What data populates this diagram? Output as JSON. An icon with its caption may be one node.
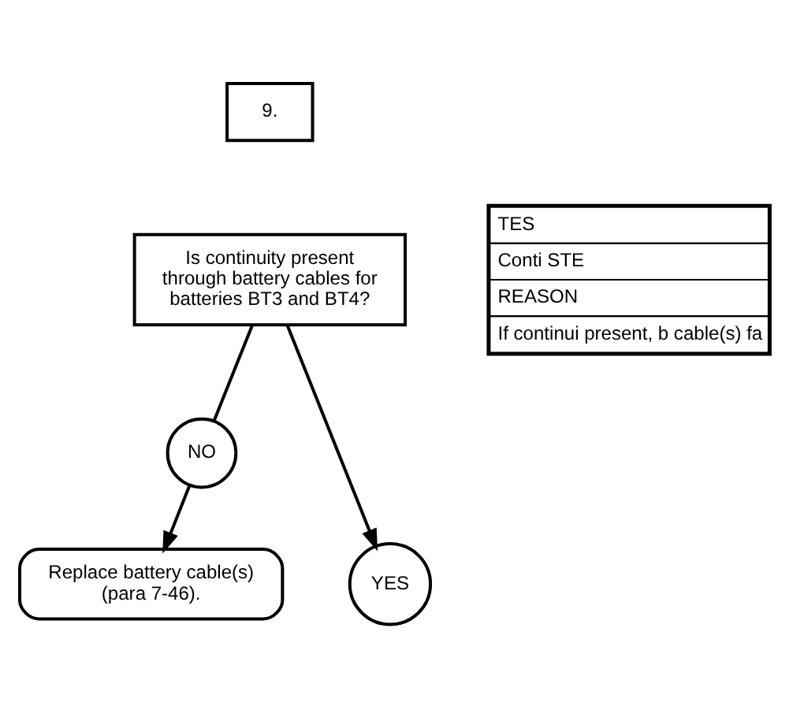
{
  "diagram": {
    "nodes": [
      {
        "text": [
          "9."
        ]
      },
      {
        "text": [
          "Is continuity present through battery cables for batteries BT3 and BT4?"
        ]
      },
      {
        "text": [
          "NO"
        ]
      },
      {
        "text": [
          "YES"
        ]
      },
      {
        "text": [
          "Replace battery cable(s) (para 7-46)."
        ]
      }
    ],
    "edges": [
      {
        "from": 1,
        "to": 3,
        "arrow": "to"
      },
      {
        "from": 1,
        "to": 2,
        "arrow": "none"
      },
      {
        "from": 2,
        "to": 4,
        "arrow": "to"
      }
    ],
    "labels": [
      "TES",
      "Conti STE",
      "REASON",
      "If continui present, b cable(s) fa"
    ]
  }
}
